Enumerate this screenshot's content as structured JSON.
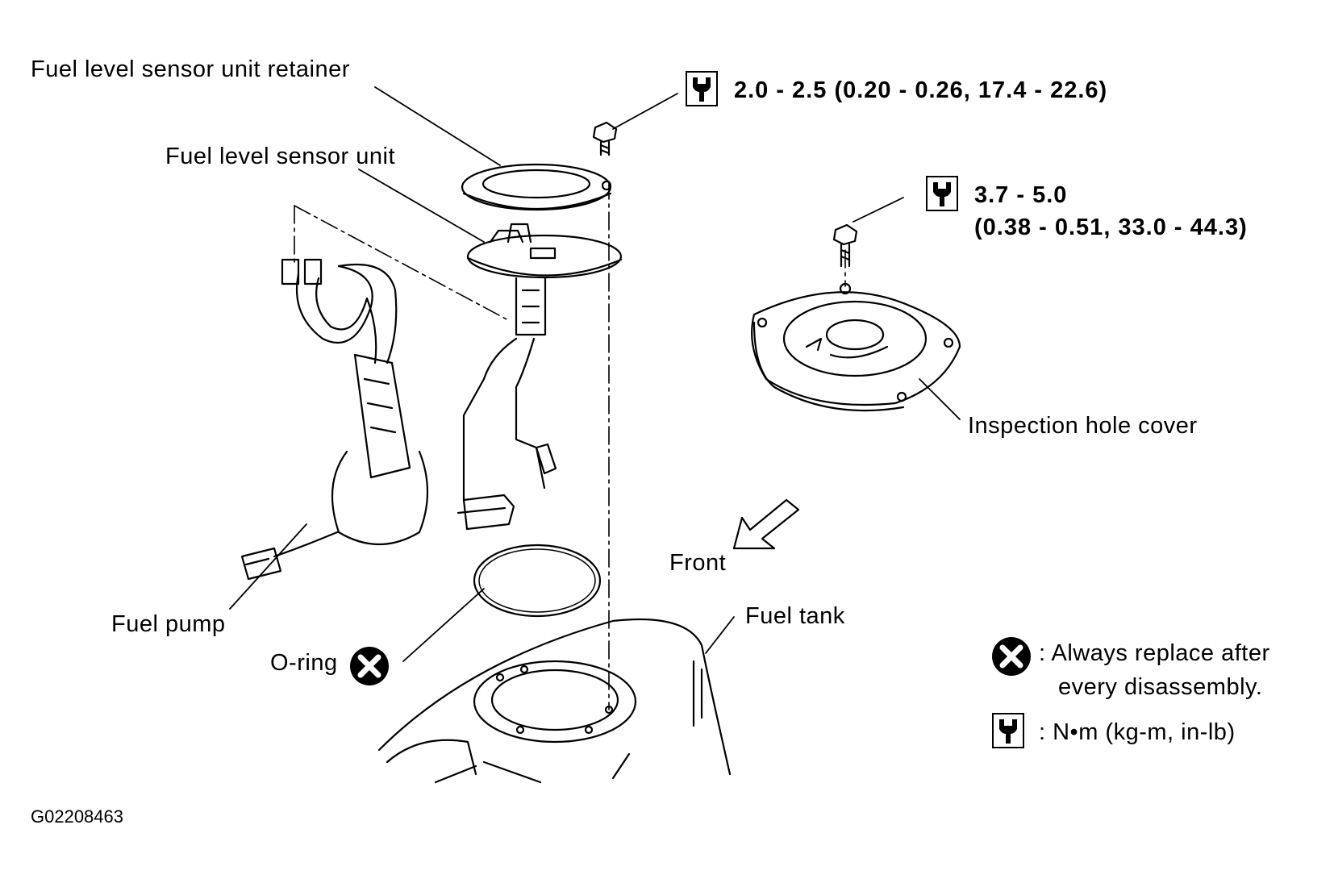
{
  "labels": {
    "retainer": "Fuel level sensor unit retainer",
    "sensor_unit": "Fuel level sensor unit",
    "inspection_cover": "Inspection hole cover",
    "front": "Front",
    "fuel_pump": "Fuel pump",
    "fuel_tank": "Fuel tank",
    "o_ring": "O-ring"
  },
  "torque": {
    "retainer_bolt": "2.0 - 2.5 (0.20 - 0.26, 17.4 - 22.6)",
    "cover_bolt_line1": "3.7 - 5.0",
    "cover_bolt_line2": "(0.38 - 0.51, 33.0 - 44.3)"
  },
  "legend": {
    "replace_line1": ": Always replace after",
    "replace_line2": "every disassembly.",
    "torque_units": ":  N•m  (kg-m,  in-lb)"
  },
  "figure_code": "G02208463",
  "icons": [
    "wrench-icon",
    "replace-x-icon"
  ]
}
